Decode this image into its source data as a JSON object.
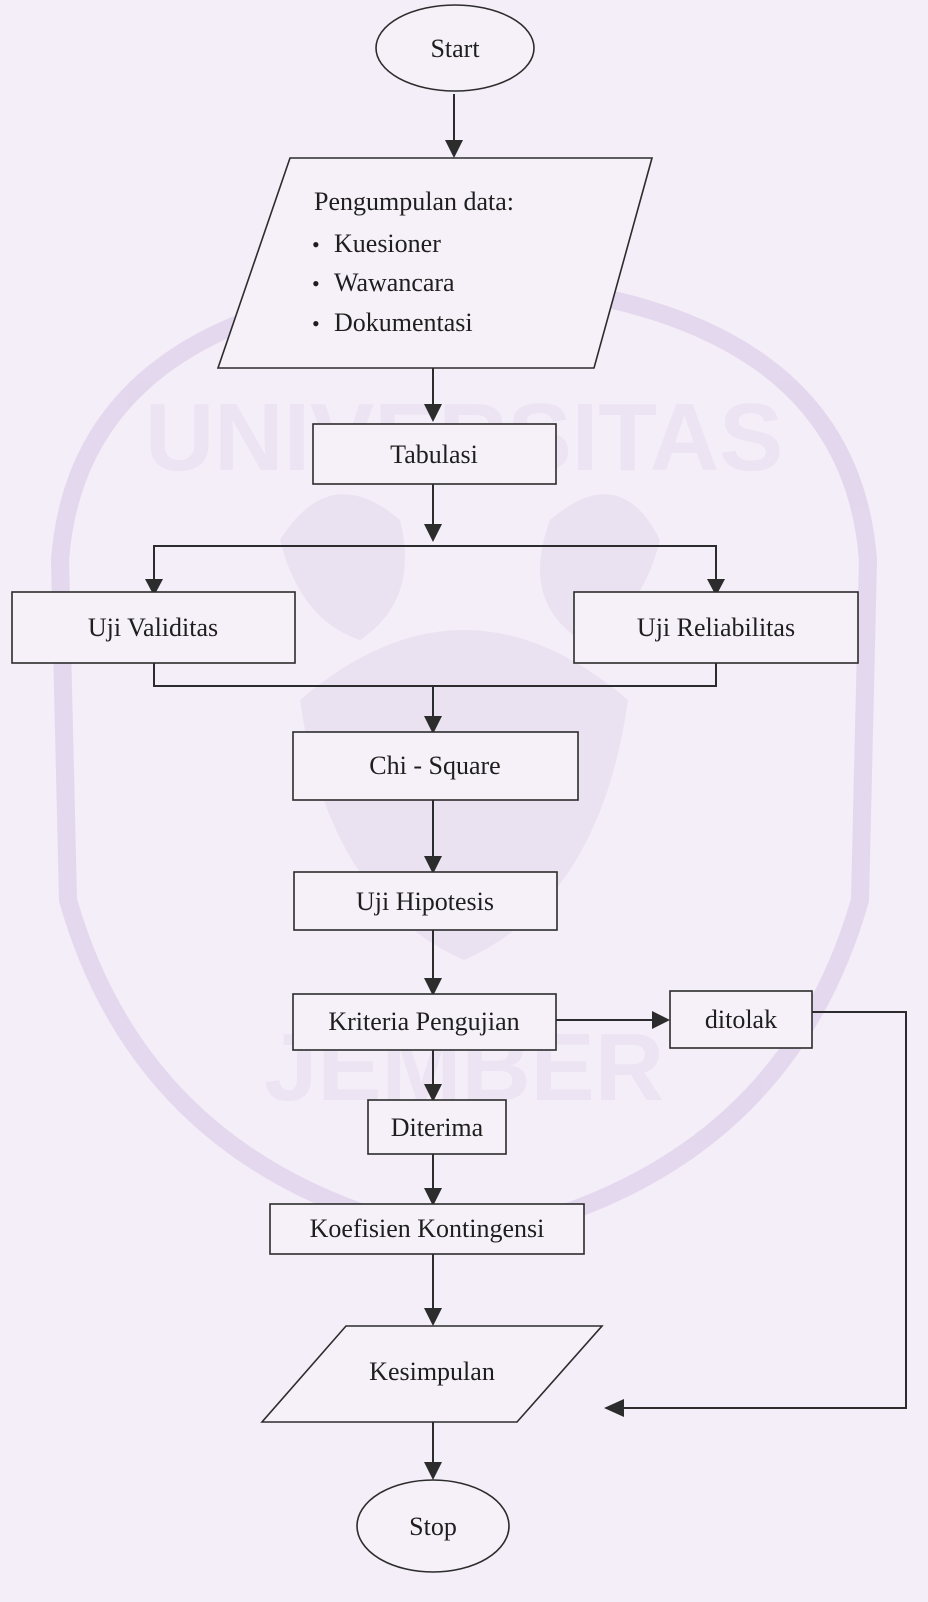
{
  "watermark": {
    "top_text": "UNIVERSITAS",
    "bottom_text": "JEMBER"
  },
  "nodes": {
    "start": "Start",
    "data_collection": {
      "title": "Pengumpulan data:",
      "items": [
        "Kuesioner",
        "Wawancara",
        "Dokumentasi"
      ],
      "bullet": "•"
    },
    "tabulation": "Tabulasi",
    "validity": "Uji Validitas",
    "reliability": "Uji Reliabilitas",
    "chi_square": "Chi - Square",
    "hypothesis": "Uji Hipotesis",
    "criteria": "Kriteria Pengujian",
    "rejected": "ditolak",
    "accepted": "Diterima",
    "contingency": "Koefisien Kontingensi",
    "conclusion": "Kesimpulan",
    "stop": "Stop"
  }
}
